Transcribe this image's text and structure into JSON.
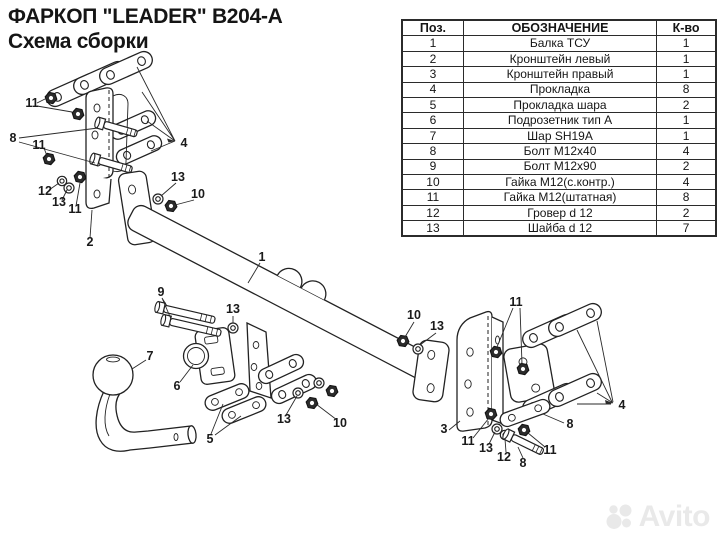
{
  "title": "ФАРКОП \"LEADER\" B204-A",
  "subtitle": "Схема сборки",
  "parts_table": {
    "headers": [
      "Поз.",
      "ОБОЗНАЧЕНИЕ",
      "К-во"
    ],
    "rows": [
      [
        "1",
        "Балка ТСУ",
        "1"
      ],
      [
        "2",
        "Кронштейн левый",
        "1"
      ],
      [
        "3",
        "Кронштейн правый",
        "1"
      ],
      [
        "4",
        "Прокладка",
        "8"
      ],
      [
        "5",
        "Прокладка шара",
        "2"
      ],
      [
        "6",
        "Подрозетник тип А",
        "1"
      ],
      [
        "7",
        "Шар SH19A",
        "1"
      ],
      [
        "8",
        "Болт М12х40",
        "4"
      ],
      [
        "9",
        "Болт М12х90",
        "2"
      ],
      [
        "10",
        "Гайка М12(с.контр.)",
        "4"
      ],
      [
        "11",
        "Гайка М12(штатная)",
        "8"
      ],
      [
        "12",
        "Гровер d 12",
        "2"
      ],
      [
        "13",
        "Шайба d 12",
        "7"
      ]
    ]
  },
  "watermark": {
    "label": "Avito"
  },
  "diagram": {
    "callouts": [
      {
        "label": "11"
      },
      {
        "label": "8"
      },
      {
        "label": "11"
      },
      {
        "label": "12"
      },
      {
        "label": "13"
      },
      {
        "label": "11"
      },
      {
        "label": "2"
      },
      {
        "label": "4"
      },
      {
        "label": "13"
      },
      {
        "label": "10"
      },
      {
        "label": "1"
      },
      {
        "label": "9"
      },
      {
        "label": "13"
      },
      {
        "label": "7"
      },
      {
        "label": "6"
      },
      {
        "label": "5"
      },
      {
        "label": "13"
      },
      {
        "label": "10"
      },
      {
        "label": "10"
      },
      {
        "label": "13"
      },
      {
        "label": "3"
      },
      {
        "label": "11"
      },
      {
        "label": "4"
      },
      {
        "label": "8"
      },
      {
        "label": "11"
      },
      {
        "label": "13"
      },
      {
        "label": "12"
      },
      {
        "label": "8"
      },
      {
        "label": "11"
      }
    ]
  }
}
